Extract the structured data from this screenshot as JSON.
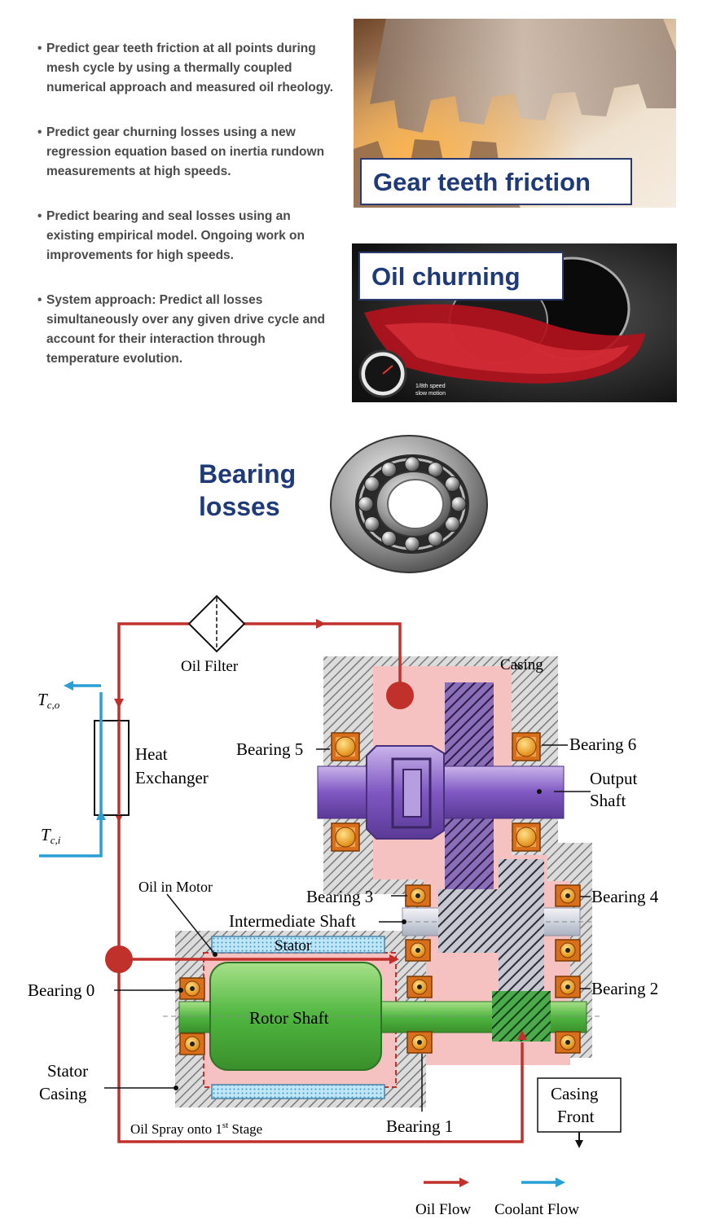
{
  "bullets": [
    "Predict gear teeth friction at all points during mesh cycle by using a thermally coupled numerical approach and measured oil rheology.",
    "Predict gear churning losses using a new regression equation based on inertia rundown measurements at high speeds.",
    "Predict bearing and seal losses using an existing empirical model. Ongoing work on improvements for high speeds.",
    "System approach: Predict all losses simultaneously over any given drive cycle and account for their interaction through temperature evolution."
  ],
  "photos": {
    "gear_label": "Gear teeth friction",
    "oil_label": "Oil churning",
    "oil_caption_line1": "1/8th speed",
    "oil_caption_line2": "slow motion",
    "bearing_label_line1": "Bearing",
    "bearing_label_line2": "losses"
  },
  "diagram": {
    "oil_filter": "Oil Filter",
    "casing": "Casing",
    "tco": "T",
    "tco_sub": "c,o",
    "tci": "T",
    "tci_sub": "c,i",
    "heat_exchanger_1": "Heat",
    "heat_exchanger_2": "Exchanger",
    "bearing5": "Bearing 5",
    "bearing6": "Bearing 6",
    "output_shaft_1": "Output",
    "output_shaft_2": "Shaft",
    "oil_in_motor": "Oil in Motor",
    "bearing3": "Bearing 3",
    "bearing4": "Bearing 4",
    "intermediate_shaft": "Intermediate Shaft",
    "stator": "Stator",
    "bearing0": "Bearing 0",
    "bearing2": "Bearing 2",
    "rotor_shaft": "Rotor Shaft",
    "stator_casing_1": "Stator",
    "stator_casing_2": "Casing",
    "casing_front_1": "Casing",
    "casing_front_2": "Front",
    "oil_spray": "Oil Spray onto 1",
    "oil_spray_sup": "st",
    "oil_spray_end": " Stage",
    "bearing1": "Bearing 1"
  },
  "legend": {
    "oil_flow": "Oil Flow",
    "coolant_flow": "Coolant Flow",
    "oil_color": "#c0312b",
    "coolant_color": "#2a9fd6"
  }
}
